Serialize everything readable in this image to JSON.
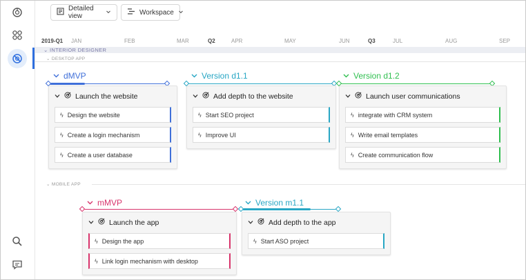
{
  "toolbar": {
    "view_label": "Detailed view",
    "workspace_label": "Workspace"
  },
  "timeline": {
    "quarters": [
      "2019-Q1",
      "Q2",
      "Q3"
    ],
    "months": [
      "JAN",
      "FEB",
      "MAR",
      "APR",
      "MAY",
      "JUN",
      "JUL",
      "AUG",
      "SEP"
    ],
    "lane": "INTERIOR DESIGNER",
    "sublanes": [
      "DESKTOP APP",
      "MOBILE APP"
    ]
  },
  "colors": {
    "blue": "#3f6fd9",
    "teal": "#27a6c4",
    "green": "#2fbf4f",
    "pink": "#d8336b",
    "accent": "#2f6fdf"
  },
  "milestones": [
    {
      "title": "dMVP",
      "epic": "Launch the website",
      "features": [
        "Design the website",
        "Create a login mechanism",
        "Create a user database"
      ]
    },
    {
      "title": "Version d1.1",
      "epic": "Add depth to the website",
      "features": [
        "Start SEO project",
        "Improve UI"
      ]
    },
    {
      "title": "Version d1.2",
      "epic": "Launch user communications",
      "features": [
        "integrate with CRM system",
        "Write email templates",
        "Create communication flow"
      ]
    },
    {
      "title": "mMVP",
      "epic": "Launch the app",
      "features": [
        "Design the app",
        "Link login mechanism with desktop"
      ]
    },
    {
      "title": "Version m1.1",
      "epic": "Add depth to the app",
      "features": [
        "Start ASO project"
      ]
    }
  ],
  "icons": [
    "logo-icon",
    "apps-icon",
    "roadmap-icon",
    "search-icon",
    "feedback-icon",
    "view-icon",
    "workspace-icon",
    "chevron-down-icon",
    "target-icon",
    "bolt-icon"
  ]
}
